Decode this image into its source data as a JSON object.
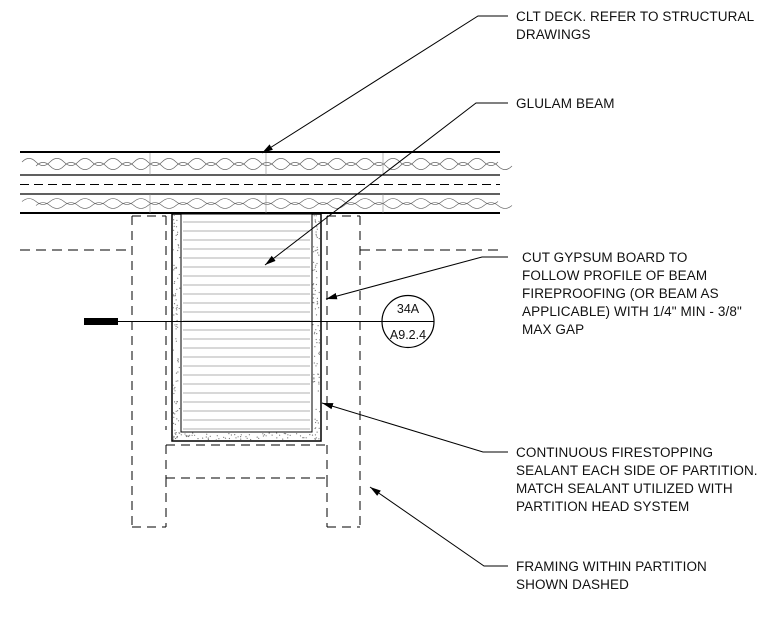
{
  "notes": {
    "clt_deck": [
      "CLT DECK. REFER TO STRUCTURAL",
      "DRAWINGS"
    ],
    "glulam_beam": [
      "GLULAM BEAM"
    ],
    "gypsum_board": [
      "CUT GYPSUM BOARD TO",
      "FOLLOW PROFILE OF BEAM",
      "FIREPROOFING (OR BEAM AS",
      "APPLICABLE) WITH 1/4\" MIN - 3/8\"",
      "MAX GAP"
    ],
    "firestopping": [
      "CONTINUOUS FIRESTOPPING",
      "SEALANT EACH SIDE OF PARTITION.",
      "MATCH SEALANT UTILIZED WITH",
      "PARTITION HEAD SYSTEM"
    ],
    "framing": [
      "FRAMING WITHIN PARTITION",
      "SHOWN DASHED"
    ]
  },
  "section_tag": {
    "detail_number": "34A",
    "sheet_number": "A9.2.4"
  }
}
